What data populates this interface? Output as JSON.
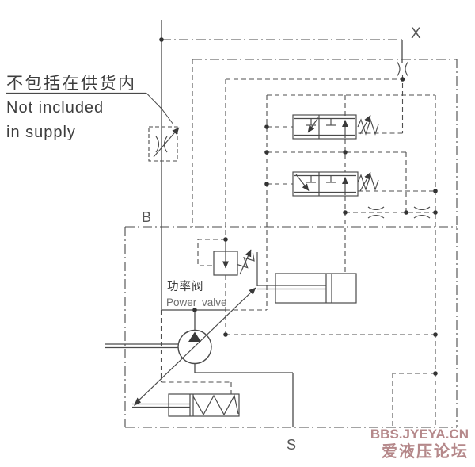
{
  "diagram": {
    "labels": {
      "port_x": "X",
      "port_b": "B",
      "port_s": "S"
    },
    "note": {
      "cn": "不包括在供货内",
      "en1": "Not included",
      "en2": "in supply"
    },
    "power_valve": {
      "cn": "功率阀",
      "en": "Power valve"
    },
    "watermark": {
      "line1": "BBS.JYEYA.CN",
      "line2": "爱液压论坛",
      "color": "#b5888a"
    },
    "colors": {
      "line": "#4a4a4a",
      "text": "#3d3d3d",
      "muted_text": "#6e6e6e",
      "background": "#ffffff"
    },
    "symbols": [
      "variable-throttle-icon",
      "orifice-icon",
      "proportional-pressure-valve-icon",
      "power-relief-valve-icon",
      "variable-displacement-pump-icon",
      "stroking-cylinder-icon",
      "bias-piston-spring-icon"
    ]
  }
}
